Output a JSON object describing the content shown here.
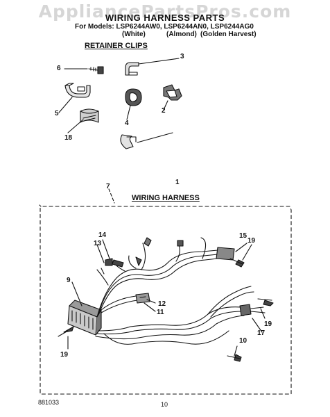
{
  "watermark": "AppliancePartsPros.com",
  "header": {
    "title": "WIRING HARNESS PARTS",
    "models_prefix": "For Models:",
    "models": [
      "LSP6244AW0,",
      "LSP6244AN0,",
      "LSP6244AG0"
    ],
    "variants": [
      "(White)",
      "(Almond)",
      "(Golden Harvest)"
    ]
  },
  "sections": {
    "retainer_clips": "RETAINER CLIPS",
    "wiring_harness": "WIRING HARNESS"
  },
  "callouts": {
    "c1": "1",
    "c2": "2",
    "c3": "3",
    "c4": "4",
    "c5": "5",
    "c6": "6",
    "c7": "7",
    "c9": "9",
    "c10": "10",
    "c11": "11",
    "c12": "12",
    "c13": "13",
    "c14": "14",
    "c15": "15",
    "c17": "17",
    "c18": "18",
    "c19a": "19",
    "c19b": "19",
    "c19c": "19"
  },
  "footer": {
    "doc_number": "881033",
    "page_number": "10"
  }
}
